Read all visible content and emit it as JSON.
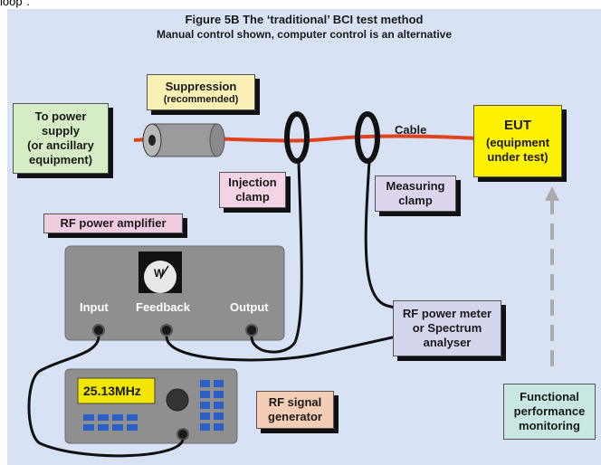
{
  "top_fragment": "loop\".",
  "figure": {
    "title": "Figure 5B    The ‘traditional’ BCI test method",
    "subtitle": "Manual control shown, computer control is an alternative"
  },
  "labels": {
    "power_supply": [
      "To power",
      "supply",
      "(or ancillary",
      "equipment)"
    ],
    "suppression": "Suppression",
    "suppression_note": "(recommended)",
    "cable": "Cable",
    "eut_title": "EUT",
    "eut_sub": [
      "(equipment",
      "under test)"
    ],
    "injection_clamp": [
      "Injection",
      "clamp"
    ],
    "measuring_clamp": [
      "Measuring",
      "clamp"
    ],
    "rf_amplifier": "RF power amplifier",
    "amp_input": "Input",
    "amp_feedback": "Feedback",
    "amp_output": "Output",
    "meter_symbol": "W",
    "rf_meter": [
      "RF power meter",
      "or Spectrum",
      "analyser"
    ],
    "frequency": "25.13MHz",
    "rf_generator": [
      "RF signal",
      "generator"
    ],
    "functional": [
      "Functional",
      "performance",
      "monitoring"
    ]
  },
  "colors": {
    "background": "#d7e3f4",
    "cable": "#e0421c",
    "power_supply_box": "#d6ecc4",
    "suppression_box": "#fbf0b4",
    "eut_box": "#fff200",
    "injection_box": "#f4d4e4",
    "measuring_box": "#ddd4ee",
    "amplifier_label_box": "#f0cce0",
    "rf_meter_box": "#d4d6ee",
    "rf_generator_box": "#f4cdb4",
    "functional_box": "#c8e6e2",
    "frequency_display": "#f2e600"
  }
}
